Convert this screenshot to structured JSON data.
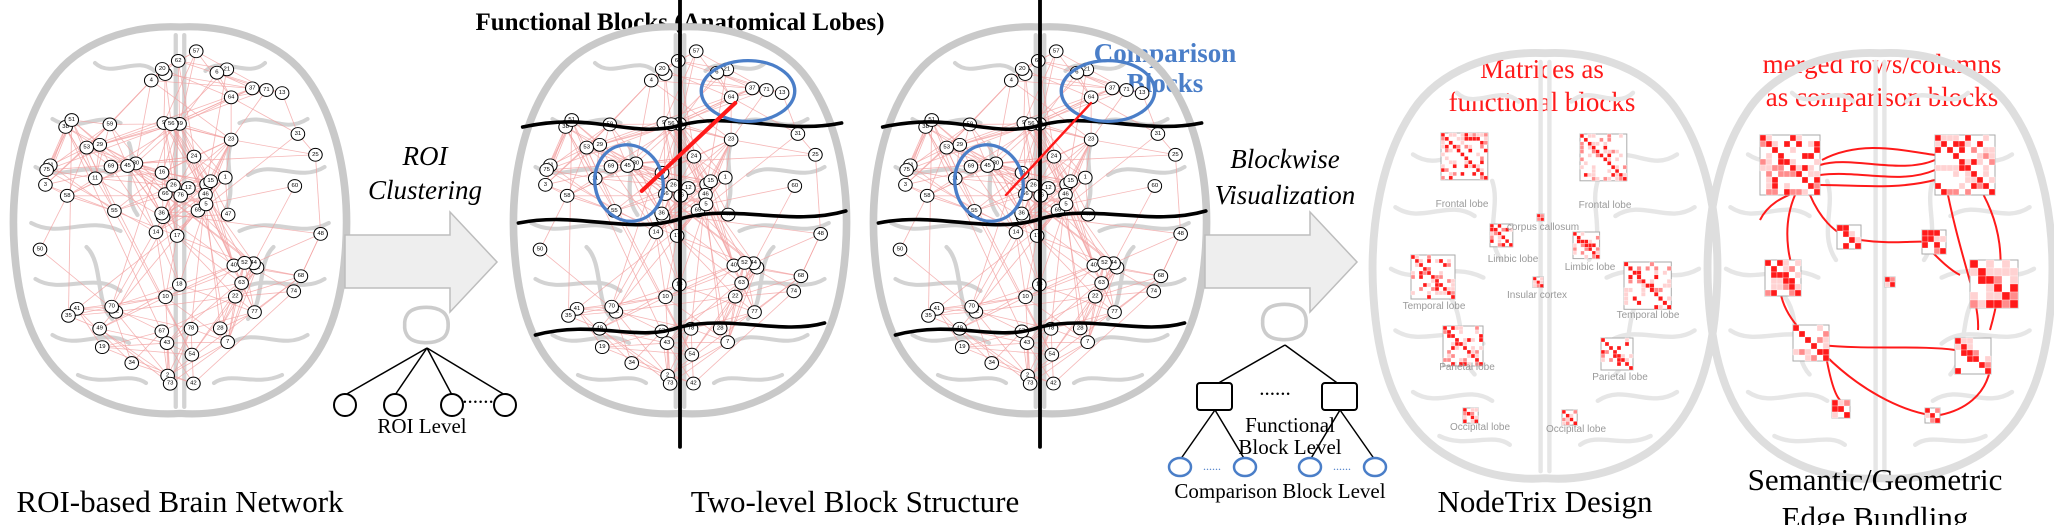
{
  "header": {
    "title": "Functional Blocks (Anatomical Lobes)",
    "comparison_blocks": "Comparison\nBlocks",
    "matrices_as": "Matrices as\nfunctional blocks",
    "merged_as": "merged rows/columns\nas comparison blocks"
  },
  "steps": {
    "roi_clustering": "ROI\nClustering",
    "blockwise": "Blockwise\nVisualization"
  },
  "trees": {
    "roi_level": "ROI Level",
    "ellipsis": "......",
    "functional_block_level": "Functional\nBlock Level",
    "comparison_block_level": "Comparison Block Level"
  },
  "captions": {
    "roi_network": "ROI-based Brain Network",
    "two_level": "Two-level Block Structure",
    "nodetrix": "NodeTrix Design",
    "semantic": "Semantic/Geometric\nEdge Bundling"
  },
  "lobes": {
    "frontal_left": "Frontal lobe",
    "frontal_right": "Frontal lobe",
    "corpus": "corpus callosum",
    "limbic_left": "Limbic lobe",
    "limbic_right": "Limbic lobe",
    "temporal_left": "Temporal lobe",
    "temporal_right": "Temporal lobe",
    "insular": "Insular cortex",
    "parietal_left": "Parietal lobe",
    "parietal_right": "Parietal lobe",
    "occipital_left": "Occipital lobe",
    "occipital_right": "Occipital lobe"
  },
  "colors": {
    "accent_blue": "#4a7ec8",
    "accent_red": "#ff1a1a",
    "edge_pink": "#f2a0a0"
  },
  "node_labels": [
    "17",
    "38",
    "33",
    "27",
    "72",
    "21",
    "39",
    "64",
    "65",
    "58",
    "14",
    "23",
    "9",
    "24",
    "41",
    "30",
    "19",
    "56",
    "15",
    "32",
    "51",
    "8",
    "3",
    "40",
    "25",
    "36",
    "67",
    "66",
    "59",
    "37",
    "70",
    "44",
    "57",
    "45",
    "11",
    "22",
    "46",
    "43",
    "5",
    "35",
    "31",
    "63",
    "7",
    "49",
    "78",
    "13",
    "62",
    "55",
    "61",
    "29",
    "71",
    "6",
    "4",
    "26",
    "10",
    "34",
    "52",
    "69",
    "53",
    "50",
    "16",
    "54",
    "12",
    "47",
    "68",
    "2",
    "60",
    "18",
    "42",
    "28",
    "20",
    "48",
    "1",
    "77",
    "76",
    "74",
    "75",
    "73"
  ]
}
